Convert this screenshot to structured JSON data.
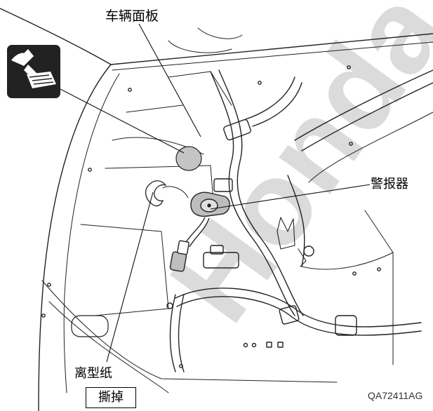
{
  "labels": {
    "vehicle_panel": "车辆面板",
    "alarm": "警报器",
    "release_liner": "离型纸",
    "peel_off": "撕掉",
    "figure_code": "QA72411AG"
  },
  "watermark": {
    "text": "Honda",
    "color": "#c8c8c8"
  },
  "colors": {
    "line": "#222222",
    "gray_fill": "#c4c4c4",
    "icon_bg": "#222222"
  },
  "icons": {
    "instruction_icon": "hand-applying-adhesive-icon"
  }
}
